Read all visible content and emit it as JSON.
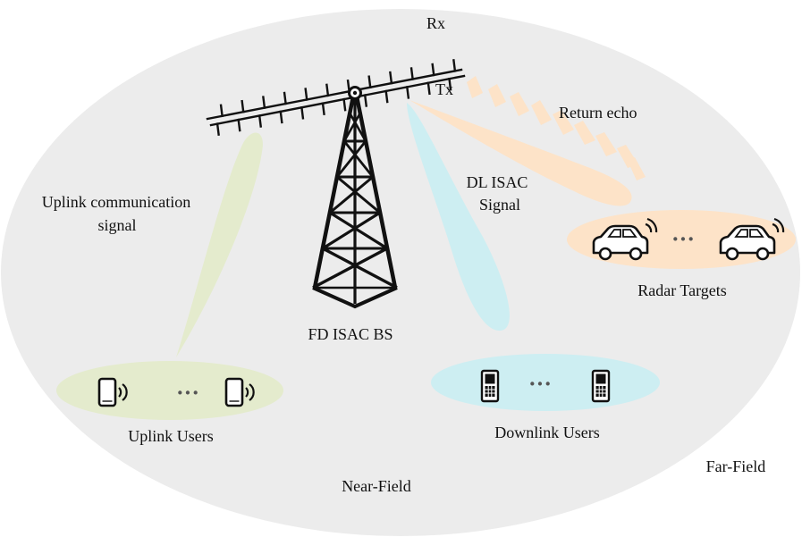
{
  "colors": {
    "far_field": "#ececec",
    "uplink": "#e4ebcd",
    "downlink": "#cdeef2",
    "radar": "#fde3c8",
    "ink": "#111111"
  },
  "labels": {
    "rx": "Rx",
    "tx": "Tx",
    "return_echo": "Return echo",
    "dl_isac_line1": "DL ISAC",
    "dl_isac_line2": "Signal",
    "uplink_signal_line1": "Uplink communication",
    "uplink_signal_line2": "signal",
    "bs": "FD ISAC BS",
    "radar_targets": "Radar Targets",
    "uplink_users": "Uplink Users",
    "downlink_users": "Downlink Users",
    "far_field": "Far-Field",
    "near_field": "Near-Field",
    "ellipsis": "···"
  },
  "icons": {
    "smartphone": "smartphone-wave-icon",
    "feature_phone": "feature-phone-icon",
    "car": "car-signal-icon",
    "tower": "tower-icon",
    "antenna_array": "antenna-array-icon"
  }
}
